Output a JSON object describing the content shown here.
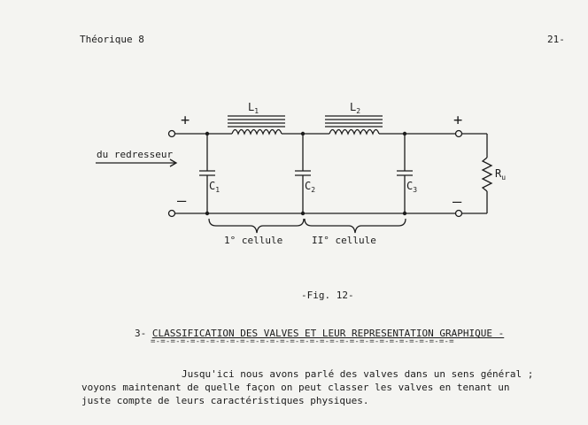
{
  "header": {
    "left": "Théorique 8",
    "right": "21-"
  },
  "circuit": {
    "input_label": "du redresseur",
    "plus_sign": "+",
    "minus_sign": "–",
    "inductors": [
      {
        "sym": "L",
        "sub": "1"
      },
      {
        "sym": "L",
        "sub": "2"
      }
    ],
    "capacitors": [
      {
        "sym": "C",
        "sub": "1"
      },
      {
        "sym": "C",
        "sub": "2"
      },
      {
        "sym": "C",
        "sub": "3"
      }
    ],
    "load": {
      "sym": "R",
      "sub": "u"
    },
    "cells": [
      "1° cellule",
      "II° cellule"
    ]
  },
  "figure_caption": "-Fig. 12-",
  "section": {
    "number": "3-",
    "title": "CLASSIFICATION DES VALVES ET LEUR REPRESENTATION GRAPHIQUE -",
    "underline": "=-=-=-=-=-=-=-=-=-=-=-=-=-=-=-=-=-=-=-=-=-=-=-=-=-=-=-=-=-=-="
  },
  "paragraph": [
    "Jusqu'ici nous avons parlé des valves dans un sens général ;",
    "voyons maintenant de quelle façon on peut classer les valves en tenant un",
    "juste compte de leurs caractéristiques physiques."
  ]
}
